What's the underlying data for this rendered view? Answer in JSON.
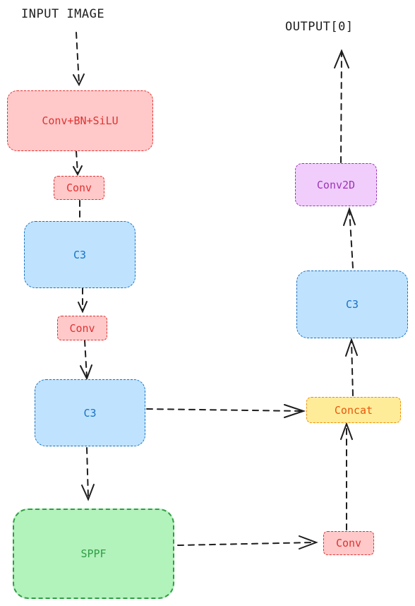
{
  "labels": {
    "input": "INPUT IMAGE",
    "output": "OUTPUT[0]"
  },
  "nodes": {
    "stem": "Conv+BN+SiLU",
    "conv1": "Conv",
    "c3_1": "C3",
    "conv2": "Conv",
    "c3_2": "C3",
    "sppf": "SPPF",
    "conv3": "Conv",
    "concat": "Concat",
    "c3_3": "C3",
    "conv2d": "Conv2D"
  },
  "colors": {
    "conv": "#e03131",
    "c3": "#1971c2",
    "concat": "#f08c00",
    "sppf": "#2f9e44",
    "conv2d": "#9c36b5",
    "edge": "#1e1e1e"
  }
}
